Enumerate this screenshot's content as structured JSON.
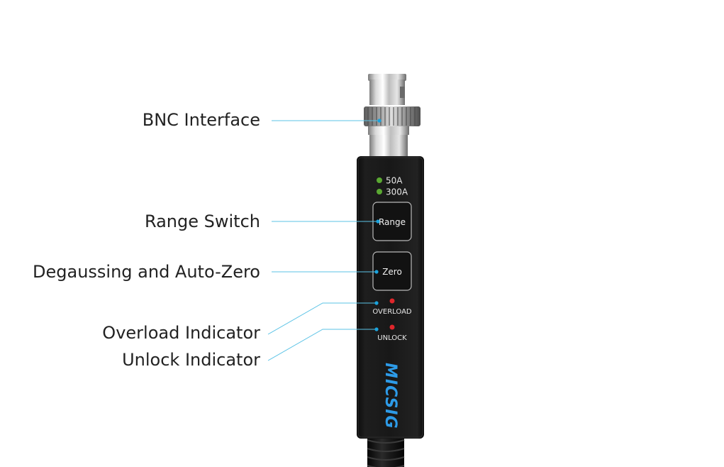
{
  "callouts": {
    "bnc_interface": "BNC Interface",
    "range_switch": "Range Switch",
    "degaussing_auto_zero": "Degaussing and Auto-Zero",
    "overload_indicator": "Overload Indicator",
    "unlock_indicator": "Unlock Indicator"
  },
  "device": {
    "led_50a_label": "50A",
    "led_300a_label": "300A",
    "range_button_label": "Range",
    "zero_button_label": "Zero",
    "overload_led_label": "OVERLOAD",
    "unlock_led_label": "UNLOCK",
    "brand_logo": "MICSIG"
  },
  "colors": {
    "leader_line": "#5bc3e6",
    "callout_dot": "#1aa3dd",
    "range_led": "#5aa832",
    "warning_led": "#e0262b",
    "brand": "#2d9be8",
    "body": "#141414"
  }
}
